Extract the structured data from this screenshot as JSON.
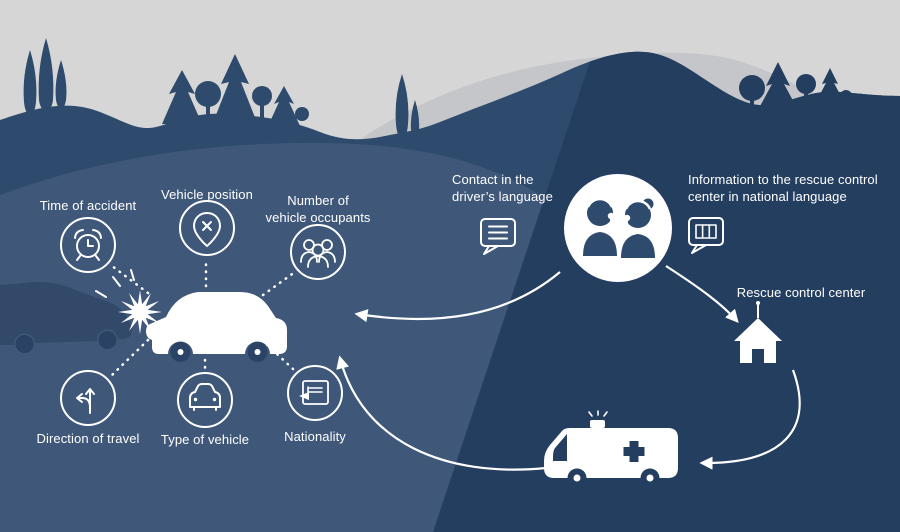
{
  "title": "Automatic emergency call (eCall) infographic",
  "colors": {
    "sky": "#d6d6d6",
    "mountain_gray": "#c5c6c9",
    "hills": "#2e4a6c",
    "plain": "#3f587a",
    "overlay_dark": "#243e60",
    "crash_car": "#32496a",
    "white": "#ffffff",
    "detail_dark": "#243e60",
    "wheel_dark": "#2b4365"
  },
  "crash_panel": {
    "items": [
      {
        "label": "Time of accident",
        "icon": "alarm-clock-icon"
      },
      {
        "label": "Vehicle position",
        "icon": "map-pin-icon"
      },
      {
        "label": "Number of\nvehicle occupants",
        "icon": "occupants-icon"
      },
      {
        "label": "Direction of travel",
        "icon": "direction-arrows-icon"
      },
      {
        "label": "Type of vehicle",
        "icon": "vehicle-icon"
      },
      {
        "label": "Nationality",
        "icon": "nationality-card-icon"
      }
    ]
  },
  "rescue_panel": {
    "contact_label": "Contact in the\ndriver’s language",
    "info_label": "Information to the rescue control\ncenter in national language",
    "rescue_center_label": "Rescue control center"
  }
}
